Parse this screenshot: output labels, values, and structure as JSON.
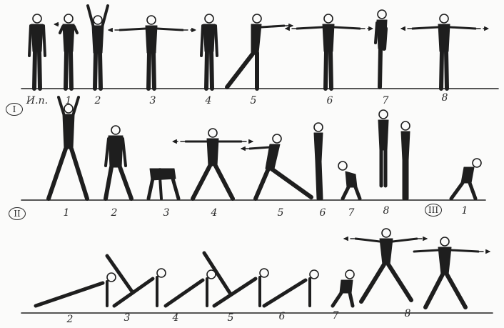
{
  "ink_color": "#1e1e1e",
  "background_color": "#fbfbfa",
  "section_markers": [
    {
      "label": "I"
    },
    {
      "label": "II"
    },
    {
      "label": "III"
    }
  ],
  "row1_labels": [
    "И.п.",
    "1",
    "2",
    "3",
    "4",
    "5",
    "6",
    "7",
    "8"
  ],
  "row2_labels": [
    "1",
    "2",
    "3",
    "4",
    "5",
    "6",
    "7",
    "8"
  ],
  "row2_extra_label": "1",
  "row3_labels": [
    "2",
    "3",
    "4",
    "5",
    "6",
    "7",
    "8"
  ]
}
